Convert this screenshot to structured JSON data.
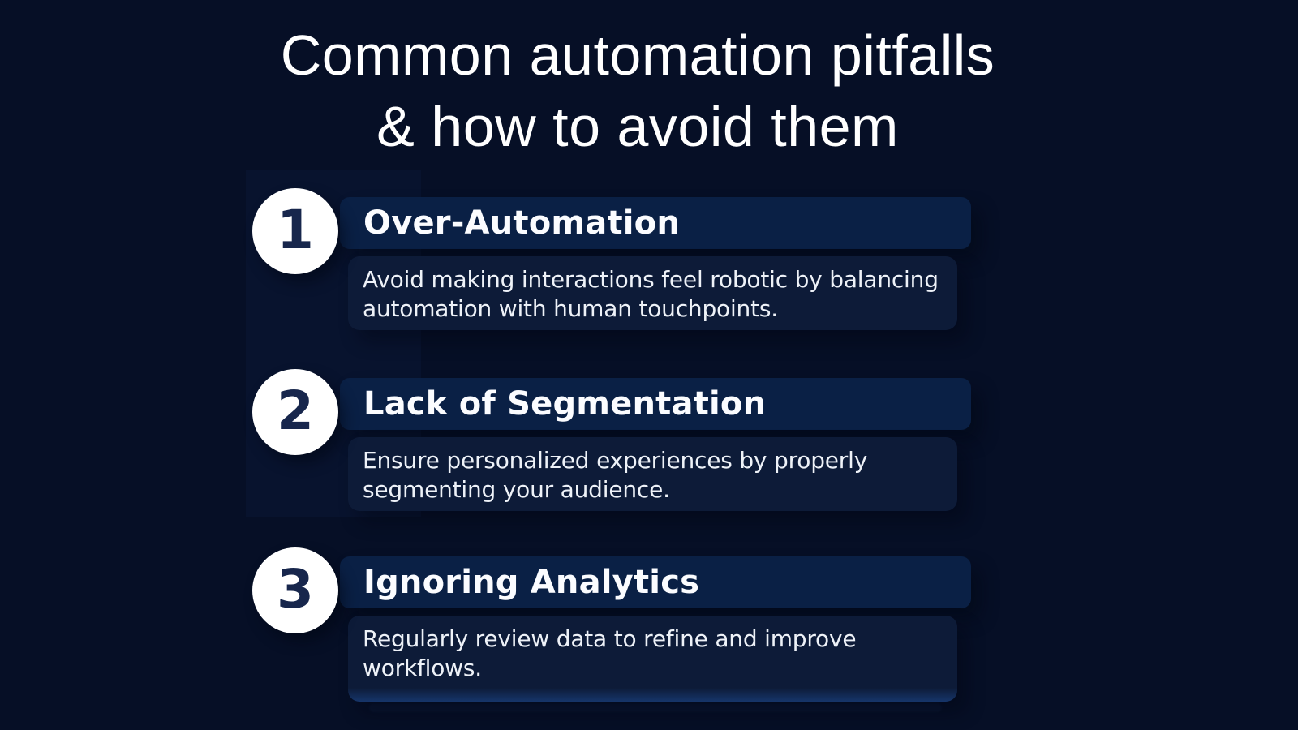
{
  "page": {
    "title_line1": "Common automation pitfalls",
    "title_line2": "& how to avoid them"
  },
  "colors": {
    "page_background": "#060f26",
    "heading_bar": "#0a2045",
    "description_box": "#0d1b38",
    "circle_fill": "#ffffff",
    "circle_number": "#17264c",
    "text": "#ffffff"
  },
  "items": [
    {
      "number": "1",
      "heading": "Over-Automation",
      "description": "Avoid making interactions feel robotic by balancing automation with human touchpoints."
    },
    {
      "number": "2",
      "heading": "Lack of Segmentation",
      "description": "Ensure personalized experiences by properly segmenting your audience."
    },
    {
      "number": "3",
      "heading": "Ignoring Analytics",
      "description": "Regularly review data to refine and improve workflows."
    }
  ]
}
